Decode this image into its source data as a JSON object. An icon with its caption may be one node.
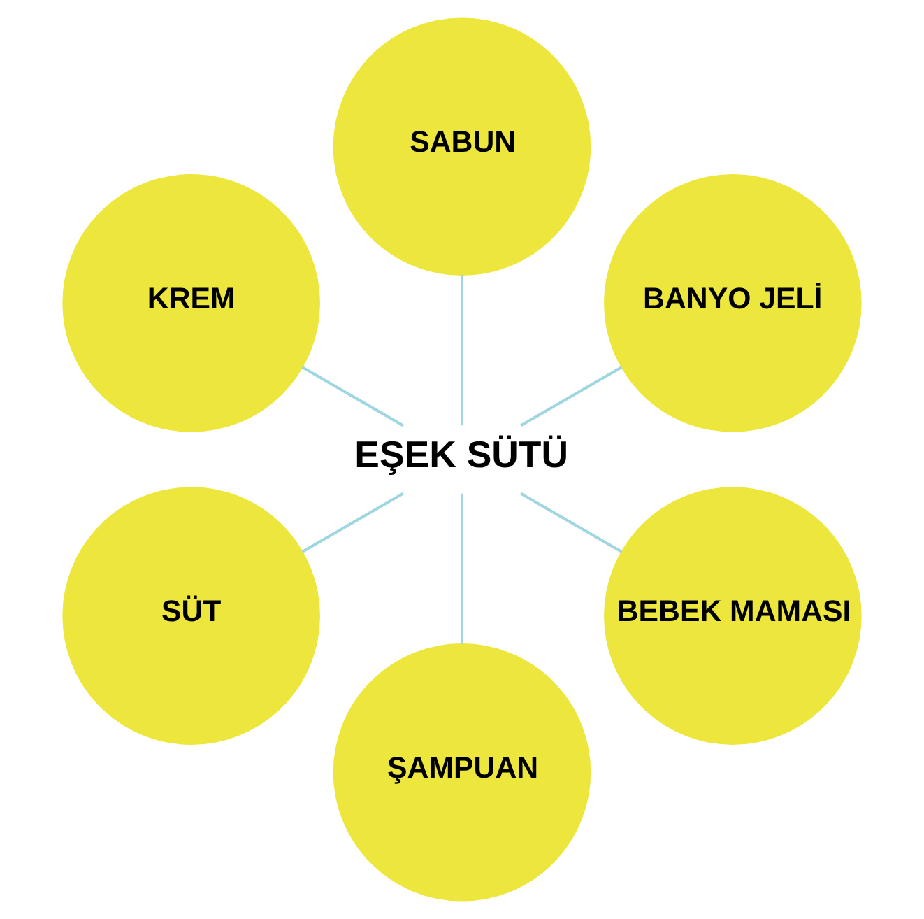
{
  "diagram": {
    "nodes": [
      {
        "text": [
          "BANYO JELİ"
        ]
      },
      {
        "text": [
          "SABUN"
        ]
      },
      {
        "text": [
          "KREM"
        ]
      },
      {
        "text": [
          "EŞEK SÜTÜ"
        ]
      },
      {
        "text": [
          "SÜT"
        ]
      },
      {
        "text": [
          "ŞAMPUAN"
        ]
      },
      {
        "text": [
          "BEBEK MAMASI"
        ]
      }
    ],
    "edges": [
      {
        "from": 3,
        "to": 0,
        "arrow": "none"
      },
      {
        "from": 3,
        "to": 2,
        "arrow": "none"
      },
      {
        "from": 3,
        "to": 5,
        "arrow": "none"
      },
      {
        "from": 3,
        "to": 6,
        "arrow": "none"
      },
      {
        "from": 3,
        "to": 4,
        "arrow": "none"
      },
      {
        "from": 3,
        "to": 1,
        "arrow": "none"
      }
    ]
  }
}
